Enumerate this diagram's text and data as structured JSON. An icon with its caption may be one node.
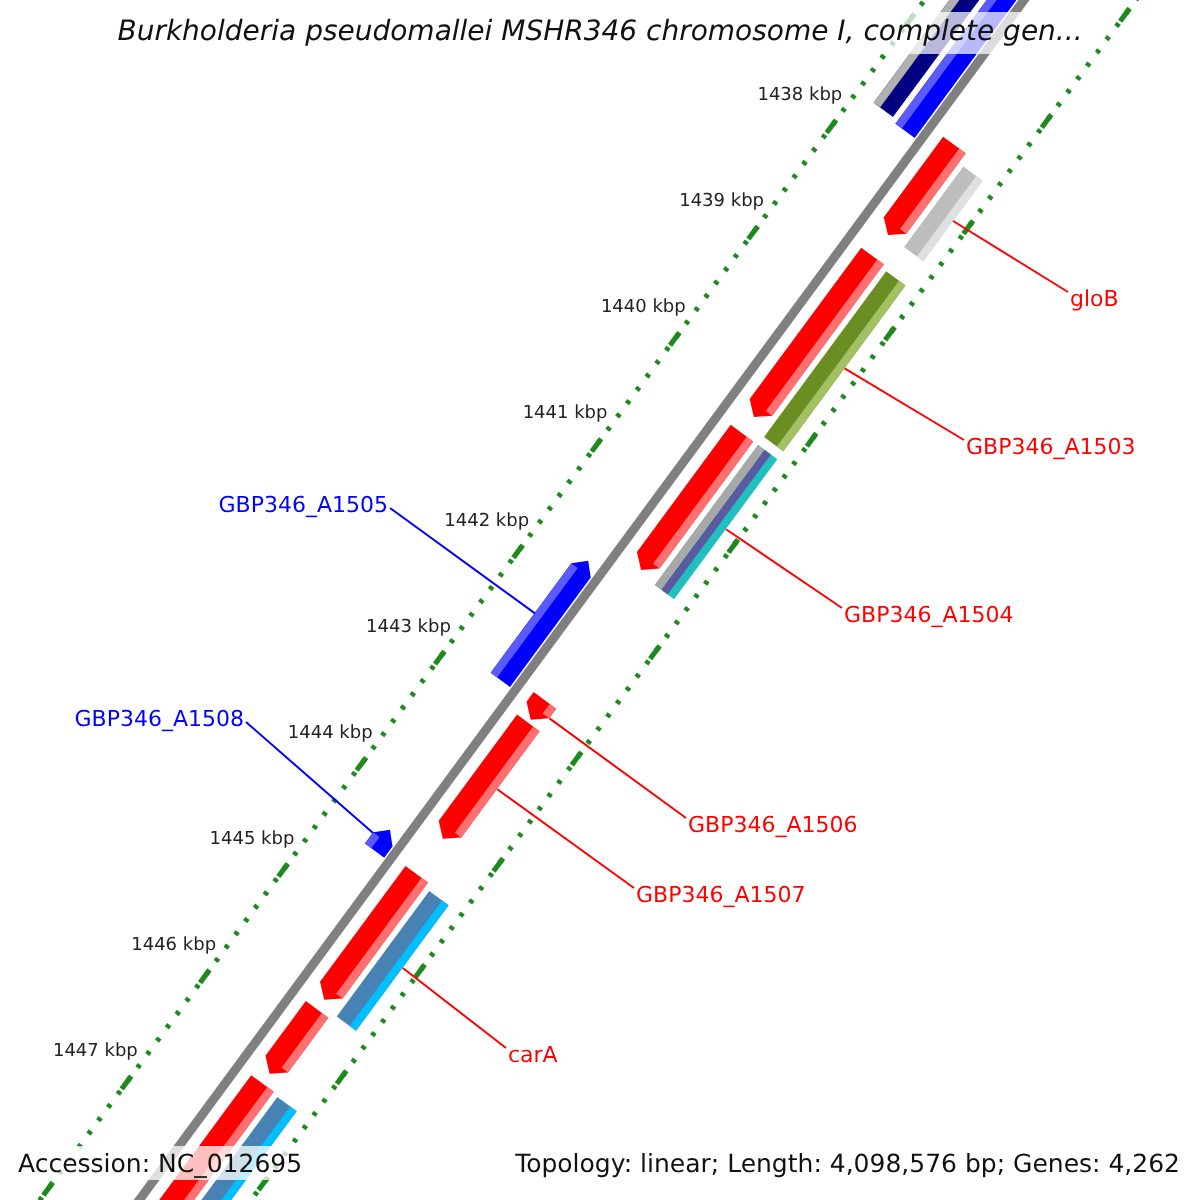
{
  "diagram": {
    "title": "Burkholderia pseudomallei MSHR346 chromosome I, complete gen...",
    "nodes": [
      {
        "text": [
          "gloB"
        ]
      },
      {
        "text": [
          "GBP346_A1503"
        ]
      },
      {
        "text": [
          "GBP346_A1505"
        ]
      },
      {
        "text": [
          "GBP346_A1504"
        ]
      },
      {
        "text": [
          "GBP346_A1508"
        ]
      },
      {
        "text": [
          "GBP346_A1506"
        ]
      },
      {
        "text": [
          "GBP346_A1507"
        ]
      },
      {
        "text": [
          "carA"
        ]
      },
      {
        "text": [],
        "shape": "bar"
      },
      {
        "text": [],
        "shape": "bar"
      },
      {
        "text": [],
        "shape": "bar"
      },
      {
        "text": [],
        "shape": "arrow"
      },
      {
        "text": [],
        "shape": "arrow"
      },
      {
        "text": [],
        "shape": "arrow"
      },
      {
        "text": [],
        "shape": "arrow"
      },
      {
        "text": [],
        "shape": "bar"
      }
    ],
    "edges": [
      {
        "from": 0,
        "to": 8,
        "arrow": "none"
      },
      {
        "from": 1,
        "to": 9,
        "arrow": "none"
      },
      {
        "from": 2,
        "to": 11,
        "arrow": "none",
        "color": "#0000ff"
      },
      {
        "from": 3,
        "to": 10,
        "arrow": "none"
      },
      {
        "from": 4,
        "to": 14,
        "arrow": "none",
        "color": "#0000ff"
      },
      {
        "from": 5,
        "to": 12,
        "arrow": "none"
      },
      {
        "from": 6,
        "to": 13,
        "arrow": "none"
      },
      {
        "from": 7,
        "to": 15,
        "arrow": "none"
      }
    ],
    "labels": [
      "1438 kbp",
      "1439 kbp",
      "1440 kbp",
      "1441 kbp",
      "1442 kbp",
      "1443 kbp",
      "1444 kbp",
      "1445 kbp",
      "1446 kbp",
      "1447 kbp",
      "Accession: NC_012695",
      "Topology: linear; Length: 4,098,576 bp; Genes: 4,262"
    ]
  }
}
